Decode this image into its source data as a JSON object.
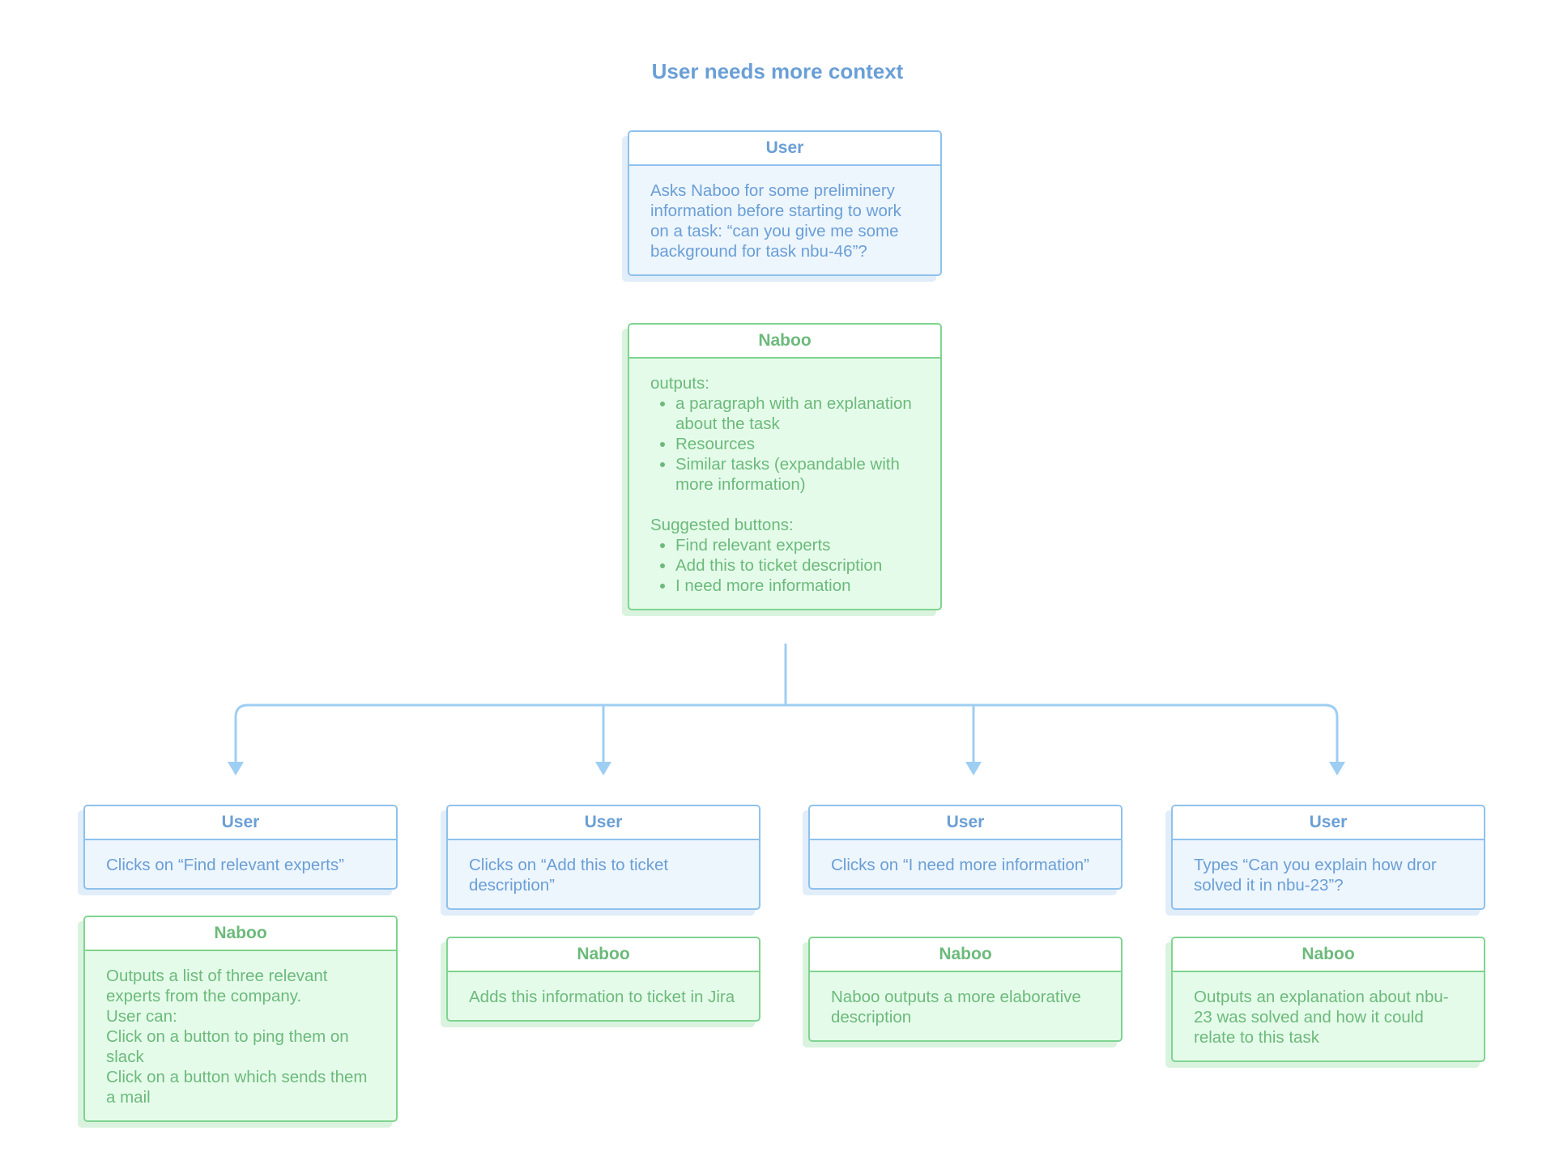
{
  "title": "User needs more context",
  "colors": {
    "user_border": "#8ec1ec",
    "user_fill": "#edf5fd",
    "user_text": "#6a9fd6",
    "naboo_border": "#7fd48f",
    "naboo_fill": "#e5fbea",
    "naboo_text": "#6cba7b",
    "connector": "#9fcef3"
  },
  "top": {
    "user": {
      "header": "User",
      "text": "Asks Naboo for some preliminery information before starting to work on a task: “can you give me some background for task nbu-46”?"
    },
    "naboo": {
      "header": "Naboo",
      "outputs_label": "outputs:",
      "outputs": [
        "a paragraph with an explanation about the task",
        "Resources",
        "Similar tasks (expandable with more information)"
      ],
      "buttons_label": "Suggested buttons:",
      "buttons": [
        "Find relevant experts",
        "Add this to ticket description",
        "I need more information"
      ]
    }
  },
  "branches": [
    {
      "user": {
        "header": "User",
        "text": "Clicks on “Find relevant experts”"
      },
      "naboo": {
        "header": "Naboo",
        "lines": [
          "Outputs a list of three relevant experts from the company.",
          "User can:",
          "Click on a button to ping them on slack",
          "Click on a button which sends them a mail"
        ]
      }
    },
    {
      "user": {
        "header": "User",
        "text": "Clicks on “Add this to ticket description”"
      },
      "naboo": {
        "header": "Naboo",
        "lines": [
          "Adds this information to ticket in Jira"
        ]
      }
    },
    {
      "user": {
        "header": "User",
        "text": "Clicks on “I need more information”"
      },
      "naboo": {
        "header": "Naboo",
        "lines": [
          "Naboo outputs a more elaborative description"
        ]
      }
    },
    {
      "user": {
        "header": "User",
        "text": "Types “Can you explain how dror solved it in nbu-23”?"
      },
      "naboo": {
        "header": "Naboo",
        "lines": [
          "Outputs an explanation about nbu-23 was solved and how it could relate to this task"
        ]
      }
    }
  ]
}
